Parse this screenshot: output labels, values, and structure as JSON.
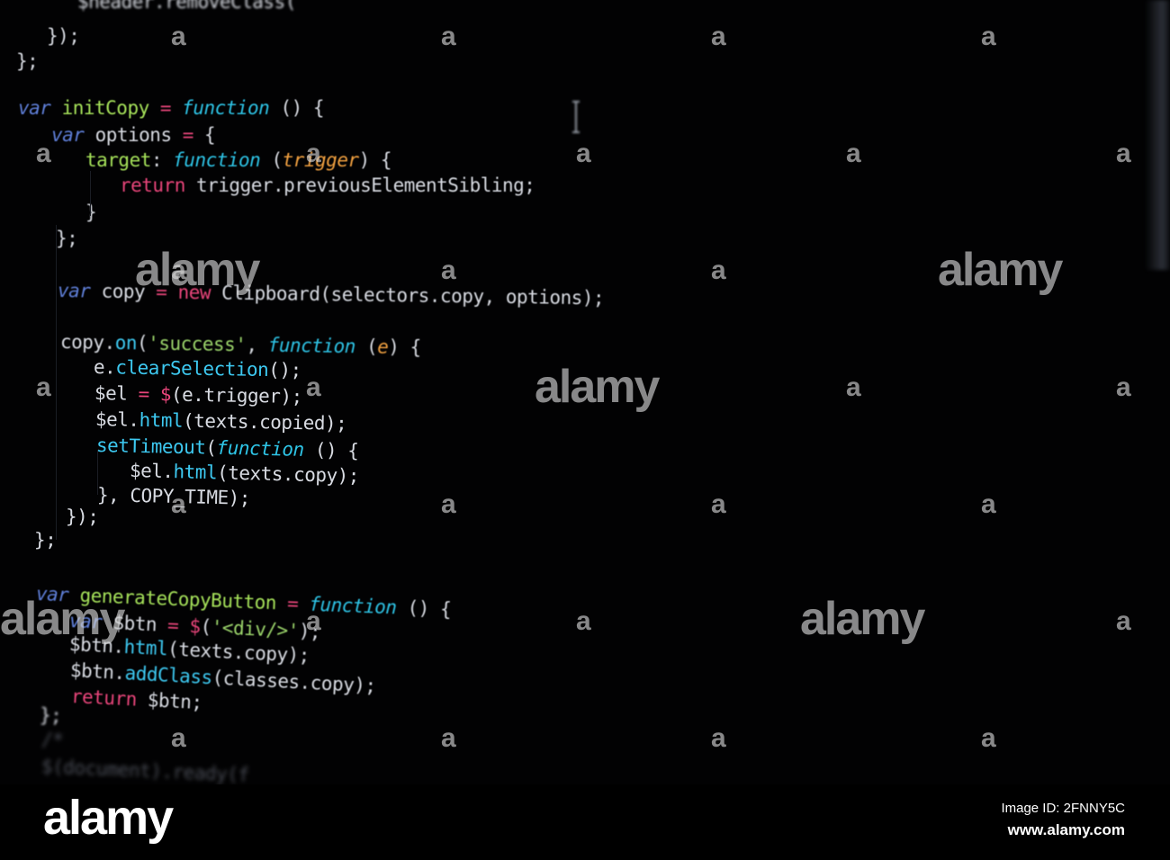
{
  "colors": {
    "background": "#020203",
    "keyword_var": "#5f7fd8",
    "function_keyword": "#2ec4e6",
    "identifier": "#d8dbe2",
    "method": "#3dc8f0",
    "string": "#9ad36a",
    "return_keyword": "#e8457a",
    "new_keyword": "#e8457a",
    "parameter": "#f0a040",
    "operator": "#e8457a",
    "function_name": "#a6e25a",
    "comment": "#4a4d55"
  },
  "code_lines": [
    [
      {
        "text": "$header.removeClass(",
        "c": "identifier"
      }
    ],
    [
      {
        "text": "});",
        "c": "identifier"
      }
    ],
    [
      {
        "text": "};",
        "c": "identifier"
      }
    ],
    [
      {
        "text": "var",
        "c": "keyword_var"
      },
      {
        "text": " initCopy ",
        "c": "function_name"
      },
      {
        "text": "=",
        "c": "operator"
      },
      {
        "text": " function",
        "c": "function_keyword"
      },
      {
        "text": " () {",
        "c": "identifier"
      }
    ],
    [
      {
        "text": "var",
        "c": "keyword_var"
      },
      {
        "text": " options ",
        "c": "identifier"
      },
      {
        "text": "=",
        "c": "operator"
      },
      {
        "text": " {",
        "c": "identifier"
      }
    ],
    [
      {
        "text": "target",
        "c": "function_name"
      },
      {
        "text": ": ",
        "c": "identifier"
      },
      {
        "text": "function",
        "c": "function_keyword"
      },
      {
        "text": " (",
        "c": "identifier"
      },
      {
        "text": "trigger",
        "c": "parameter"
      },
      {
        "text": ") {",
        "c": "identifier"
      }
    ],
    [
      {
        "text": "return",
        "c": "return_keyword"
      },
      {
        "text": " trigger.previousElementSibling;",
        "c": "identifier"
      }
    ],
    [
      {
        "text": "}",
        "c": "identifier"
      }
    ],
    [
      {
        "text": "};",
        "c": "identifier"
      }
    ],
    [
      {
        "text": "var",
        "c": "keyword_var"
      },
      {
        "text": " copy ",
        "c": "identifier"
      },
      {
        "text": "=",
        "c": "operator"
      },
      {
        "text": " new",
        "c": "new_keyword"
      },
      {
        "text": " Clipboard(selectors.copy, options);",
        "c": "identifier"
      }
    ],
    [
      {
        "text": "copy.",
        "c": "identifier"
      },
      {
        "text": "on",
        "c": "method"
      },
      {
        "text": "(",
        "c": "identifier"
      },
      {
        "text": "'success'",
        "c": "string"
      },
      {
        "text": ", ",
        "c": "identifier"
      },
      {
        "text": "function",
        "c": "function_keyword"
      },
      {
        "text": " (",
        "c": "identifier"
      },
      {
        "text": "e",
        "c": "parameter"
      },
      {
        "text": ") {",
        "c": "identifier"
      }
    ],
    [
      {
        "text": "e.",
        "c": "identifier"
      },
      {
        "text": "clearSelection",
        "c": "method"
      },
      {
        "text": "();",
        "c": "identifier"
      }
    ],
    [
      {
        "text": "$el ",
        "c": "identifier"
      },
      {
        "text": "=",
        "c": "operator"
      },
      {
        "text": " $",
        "c": "operator"
      },
      {
        "text": "(e.trigger);",
        "c": "identifier"
      }
    ],
    [
      {
        "text": "$el.",
        "c": "identifier"
      },
      {
        "text": "html",
        "c": "method"
      },
      {
        "text": "(texts.copied);",
        "c": "identifier"
      }
    ],
    [
      {
        "text": "setTimeout",
        "c": "method"
      },
      {
        "text": "(",
        "c": "identifier"
      },
      {
        "text": "function",
        "c": "function_keyword"
      },
      {
        "text": " () {",
        "c": "identifier"
      }
    ],
    [
      {
        "text": "$el.",
        "c": "identifier"
      },
      {
        "text": "html",
        "c": "method"
      },
      {
        "text": "(texts.copy);",
        "c": "identifier"
      }
    ],
    [
      {
        "text": "}, COPY_TIME);",
        "c": "identifier"
      }
    ],
    [
      {
        "text": "});",
        "c": "identifier"
      }
    ],
    [
      {
        "text": "};",
        "c": "identifier"
      }
    ],
    [
      {
        "text": "var",
        "c": "keyword_var"
      },
      {
        "text": " generateCopyButton ",
        "c": "function_name"
      },
      {
        "text": "=",
        "c": "operator"
      },
      {
        "text": " function",
        "c": "function_keyword"
      },
      {
        "text": " () {",
        "c": "identifier"
      }
    ],
    [
      {
        "text": "var",
        "c": "keyword_var"
      },
      {
        "text": " $btn ",
        "c": "identifier"
      },
      {
        "text": "=",
        "c": "operator"
      },
      {
        "text": " $",
        "c": "operator"
      },
      {
        "text": "(",
        "c": "identifier"
      },
      {
        "text": "'<div/>'",
        "c": "string"
      },
      {
        "text": ");",
        "c": "identifier"
      }
    ],
    [
      {
        "text": "$btn.",
        "c": "identifier"
      },
      {
        "text": "html",
        "c": "method"
      },
      {
        "text": "(texts.copy);",
        "c": "identifier"
      }
    ],
    [
      {
        "text": "$btn.",
        "c": "identifier"
      },
      {
        "text": "addClass",
        "c": "method"
      },
      {
        "text": "(classes.copy);",
        "c": "identifier"
      }
    ],
    [
      {
        "text": "return",
        "c": "return_keyword"
      },
      {
        "text": " $btn;",
        "c": "identifier"
      }
    ],
    [
      {
        "text": "};",
        "c": "identifier"
      }
    ],
    [
      {
        "text": "/*",
        "c": "comment"
      }
    ],
    [
      {
        "text": "$(document).ready(f",
        "c": "comment"
      }
    ]
  ],
  "watermarks": {
    "small_mark": "a",
    "large_mark": "alamy"
  },
  "footer": {
    "logo": "alamy",
    "image_id": "Image ID: 2FNNY5C",
    "url": "www.alamy.com"
  }
}
